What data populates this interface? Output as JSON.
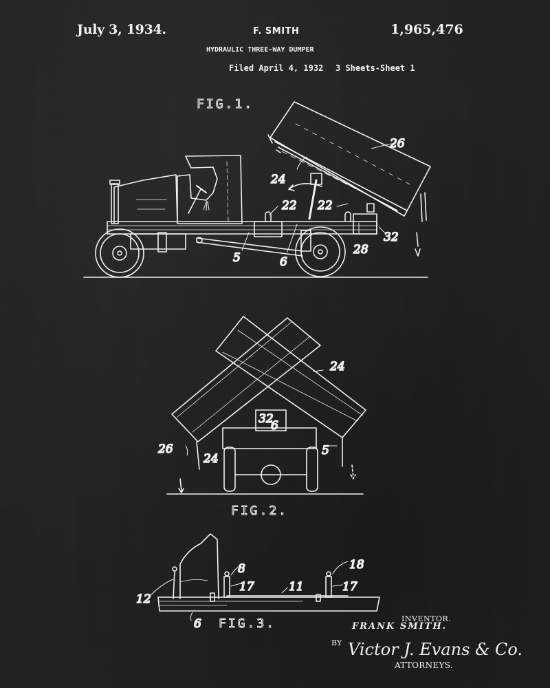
{
  "header": {
    "issue_date": "July 3, 1934.",
    "inventor_short": "F. SMITH",
    "patent_number": "1,965,476",
    "title": "HYDRAULIC THREE-WAY DUMPER",
    "filed": "Filed April 4, 1932",
    "sheets": "3 Sheets-Sheet  1"
  },
  "figures": [
    {
      "label": "FIG.1.",
      "description": "Side view of truck with tipped dump body",
      "reference_numerals": [
        "26",
        "24",
        "22",
        "22",
        "5",
        "6",
        "28",
        "32"
      ]
    },
    {
      "label": "FIG.2.",
      "description": "Rear view showing body tilted to either side",
      "reference_numerals": [
        "24",
        "32",
        "6",
        "5",
        "26",
        "24"
      ]
    },
    {
      "label": "FIG.3.",
      "description": "Detail of frame with mounting brackets",
      "reference_numerals": [
        "8",
        "18",
        "17",
        "11",
        "17",
        "12",
        "6"
      ]
    }
  ],
  "signature": {
    "inventor_label": "INVENTOR.",
    "inventor_name": "FRANK SMITH.",
    "by": "BY",
    "attorney_signature": "Victor J. Evans & Co.",
    "attorneys_label": "ATTORNEYS."
  },
  "colors": {
    "background": "#222222",
    "ink": "#f0f0f0"
  }
}
